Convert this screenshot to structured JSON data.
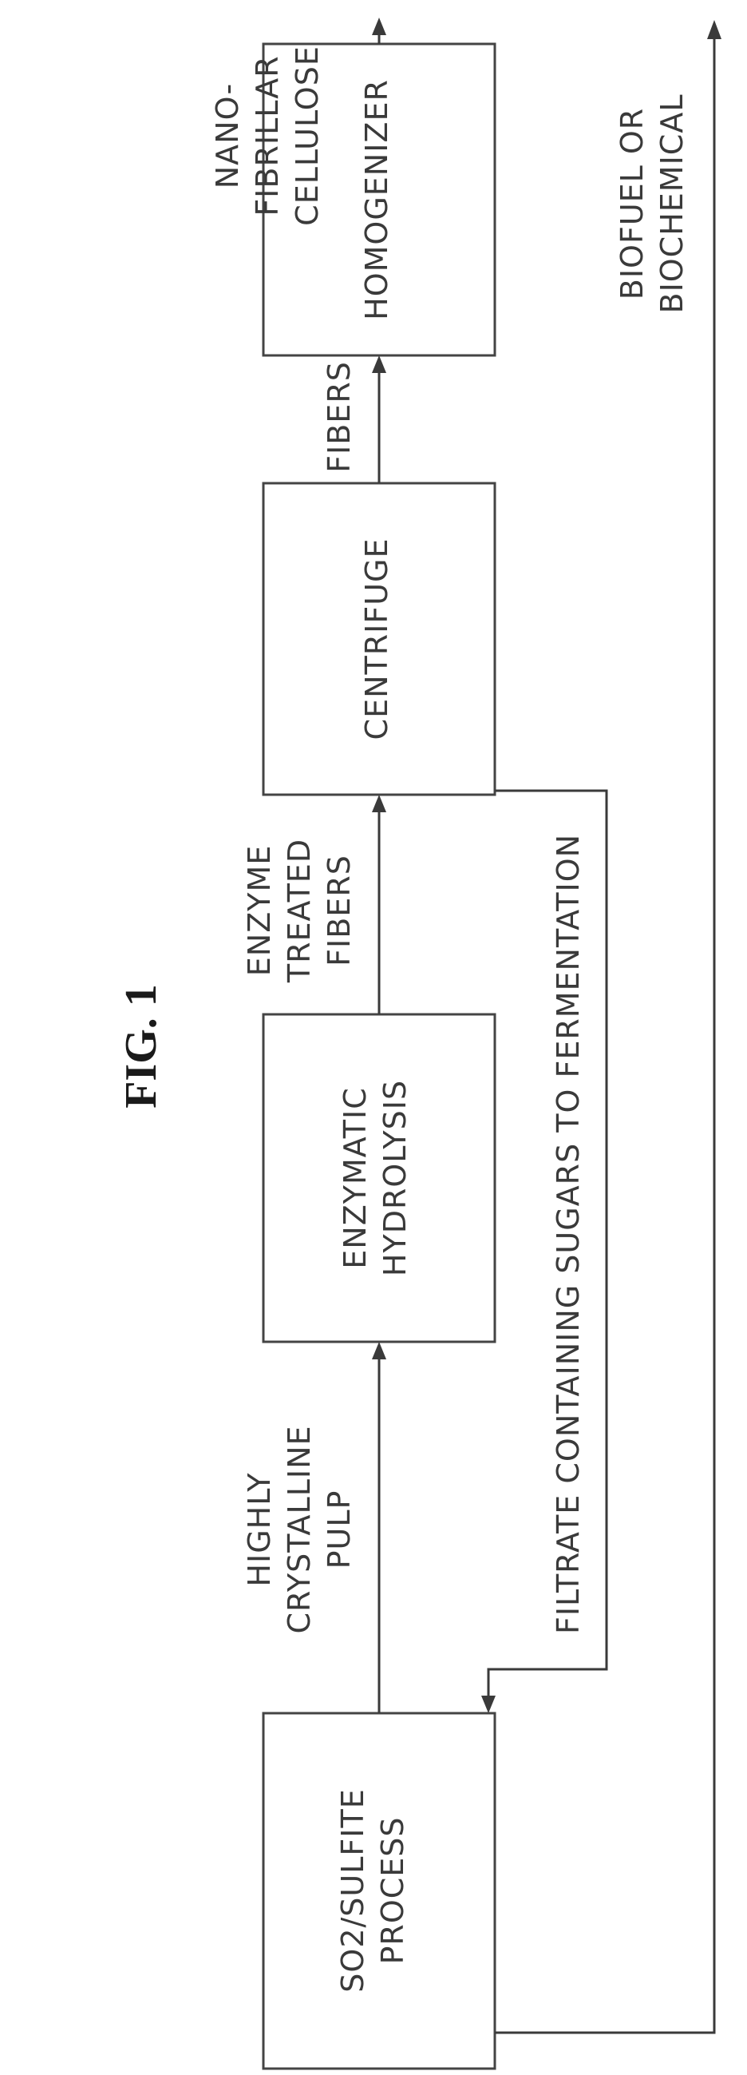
{
  "figure": {
    "title": "FIG. 1"
  },
  "boxes": {
    "so2_sulfite": [
      "SO2/SULFITE",
      "PROCESS"
    ],
    "enzymatic_hydrolysis": [
      "ENZYMATIC",
      "HYDROLYSIS"
    ],
    "centrifuge": [
      "CENTRIFUGE"
    ],
    "homogenizer": [
      "HOMOGENIZER"
    ]
  },
  "flow_labels": {
    "highly_crystalline_pulp": [
      "HIGHLY",
      "CRYSTALLINE",
      "PULP"
    ],
    "enzyme_treated_fibers": [
      "ENZYME",
      "TREATED",
      "FIBERS"
    ],
    "fibers": [
      "FIBERS"
    ],
    "nano_fibrillar_cellulose": [
      "NANO-",
      "FIBRILLAR",
      "CELLULOSE"
    ],
    "filtrate": [
      "FILTRATE CONTAINING SUGARS TO FERMENTATION"
    ],
    "biofuel": [
      "BIOFUEL OR",
      "BIOCHEMICAL"
    ]
  }
}
